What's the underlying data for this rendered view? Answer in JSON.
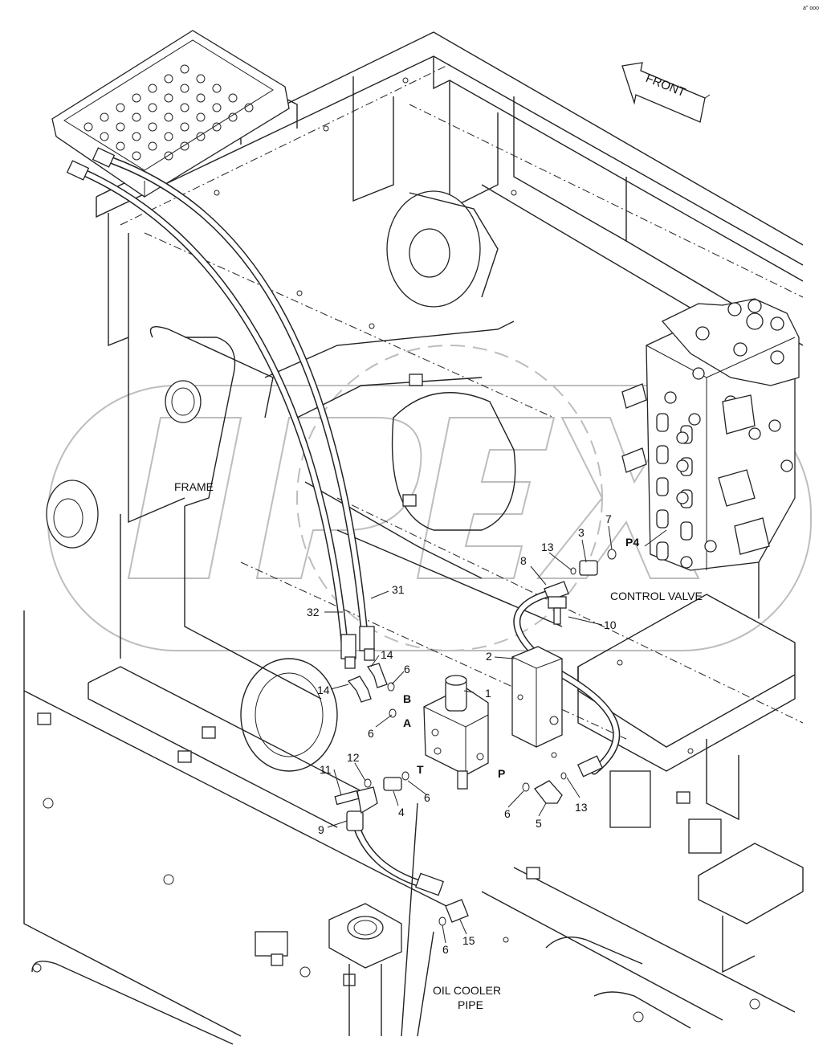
{
  "drawing": {
    "direction_label": "FRONT",
    "corner_mark": "a\" ooo",
    "area_labels": {
      "frame": "FRAME",
      "control_valve": "CONTROL VALVE",
      "oil_cooler_line1": "OIL COOLER",
      "oil_cooler_line2": "PIPE"
    },
    "port_labels": {
      "a": "A",
      "b": "B",
      "t": "T",
      "p": "P",
      "p4": "P4"
    },
    "part_callouts": {
      "c1": "1",
      "c2": "2",
      "c3": "3",
      "c4": "4",
      "c5": "5",
      "c6a": "6",
      "c6b": "6",
      "c6c": "6",
      "c6d": "6",
      "c6e": "6",
      "c7": "7",
      "c8": "8",
      "c9": "9",
      "c10": "10",
      "c11": "11",
      "c12": "12",
      "c13a": "13",
      "c13b": "13",
      "c14a": "14",
      "c14b": "14",
      "c15": "15",
      "c31": "31",
      "c32": "32"
    }
  }
}
